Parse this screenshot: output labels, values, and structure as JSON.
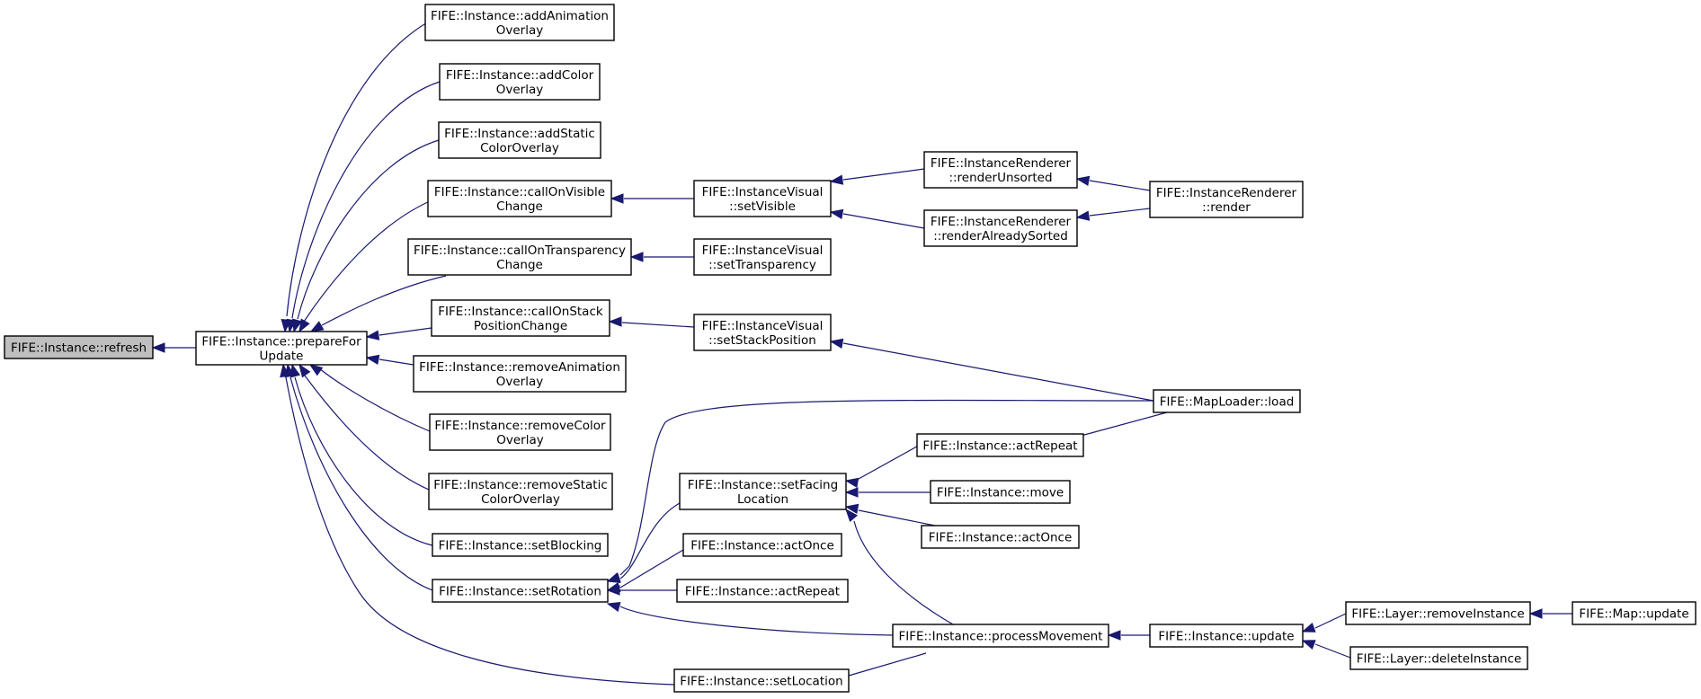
{
  "graph": {
    "edge_color": "#191970",
    "highlight_fill": "#bfbfbf",
    "nodes": {
      "refresh": [
        "FIFE::Instance::refresh"
      ],
      "prepareForUpdate": [
        "FIFE::Instance::prepareFor",
        "Update"
      ],
      "addAnimationOverlay": [
        "FIFE::Instance::addAnimation",
        "Overlay"
      ],
      "addColorOverlay": [
        "FIFE::Instance::addColor",
        "Overlay"
      ],
      "addStaticColorOverlay": [
        "FIFE::Instance::addStatic",
        "ColorOverlay"
      ],
      "callOnVisibleChange": [
        "FIFE::Instance::callOnVisible",
        "Change"
      ],
      "callOnTransparencyChange": [
        "FIFE::Instance::callOnTransparency",
        "Change"
      ],
      "callOnStackPositionChange": [
        "FIFE::Instance::callOnStack",
        "PositionChange"
      ],
      "removeAnimationOverlay": [
        "FIFE::Instance::removeAnimation",
        "Overlay"
      ],
      "removeColorOverlay": [
        "FIFE::Instance::removeColor",
        "Overlay"
      ],
      "removeStaticColorOverlay": [
        "FIFE::Instance::removeStatic",
        "ColorOverlay"
      ],
      "setBlocking": [
        "FIFE::Instance::setBlocking"
      ],
      "setRotation": [
        "FIFE::Instance::setRotation"
      ],
      "setLocation": [
        "FIFE::Instance::setLocation"
      ],
      "setVisible": [
        "FIFE::InstanceVisual",
        "::setVisible"
      ],
      "setTransparency": [
        "FIFE::InstanceVisual",
        "::setTransparency"
      ],
      "setStackPosition": [
        "FIFE::InstanceVisual",
        "::setStackPosition"
      ],
      "setFacingLocation": [
        "FIFE::Instance::setFacing",
        "Location"
      ],
      "actOnce1": [
        "FIFE::Instance::actOnce"
      ],
      "actRepeat1": [
        "FIFE::Instance::actRepeat"
      ],
      "renderUnsorted": [
        "FIFE::InstanceRenderer",
        "::renderUnsorted"
      ],
      "renderAlreadySorted": [
        "FIFE::InstanceRenderer",
        "::renderAlreadySorted"
      ],
      "actRepeat2": [
        "FIFE::Instance::actRepeat"
      ],
      "move": [
        "FIFE::Instance::move"
      ],
      "actOnce2": [
        "FIFE::Instance::actOnce"
      ],
      "processMovement": [
        "FIFE::Instance::processMovement"
      ],
      "render": [
        "FIFE::InstanceRenderer",
        "::render"
      ],
      "mapLoaderLoad": [
        "FIFE::MapLoader::load"
      ],
      "update": [
        "FIFE::Instance::update"
      ],
      "removeInstance": [
        "FIFE::Layer::removeInstance"
      ],
      "deleteInstance": [
        "FIFE::Layer::deleteInstance"
      ],
      "mapUpdate": [
        "FIFE::Map::update"
      ]
    }
  }
}
